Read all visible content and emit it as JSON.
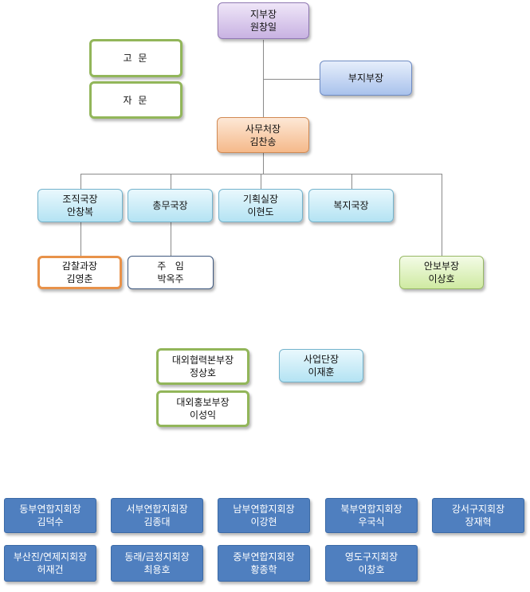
{
  "chief": {
    "title": "지부장",
    "name": "원창일"
  },
  "vice_chief": {
    "title": "부지부장"
  },
  "advisors": [
    {
      "label": "고  문"
    },
    {
      "label": "자  문"
    }
  ],
  "secretary_general": {
    "title": "사무처장",
    "name": "김찬송"
  },
  "departments": [
    {
      "title": "조직국장",
      "name": "안창복"
    },
    {
      "title": "총무국장",
      "name": ""
    },
    {
      "title": "기획실장",
      "name": "이현도"
    },
    {
      "title": "복지국장",
      "name": ""
    }
  ],
  "sub_units": [
    {
      "title": "감찰과장",
      "name": "김영춘"
    },
    {
      "title": "주   임",
      "name": "박옥주"
    },
    {
      "title": "안보부장",
      "name": "이상호"
    }
  ],
  "external": [
    {
      "title": "대외협력본부장",
      "name": "정상호"
    },
    {
      "title": "사업단장",
      "name": "이재훈"
    },
    {
      "title": "대외홍보부장",
      "name": "이성익"
    }
  ],
  "branches": [
    {
      "title": "동부연합지회장",
      "name": "김덕수"
    },
    {
      "title": "서부연합지회장",
      "name": "김종대"
    },
    {
      "title": "남부연합지회장",
      "name": "이강현"
    },
    {
      "title": "북부연합지회장",
      "name": "우국식"
    },
    {
      "title": "강서구지회장",
      "name": "장재혁"
    },
    {
      "title": "부산진/연제지회장",
      "name": "허재건"
    },
    {
      "title": "동래/금정지회장",
      "name": "최용호"
    },
    {
      "title": "중부연합지회장",
      "name": "황종학"
    },
    {
      "title": "영도구지회장",
      "name": "이창호"
    }
  ]
}
